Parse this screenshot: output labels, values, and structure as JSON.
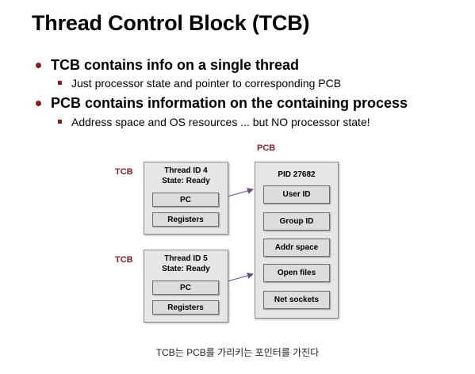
{
  "slide": {
    "title": "Thread Control Block (TCB)",
    "bullets": [
      {
        "text": "TCB contains info on a single thread",
        "sub": "Just processor state and pointer to corresponding PCB"
      },
      {
        "text": "PCB contains information on the containing process",
        "sub": "Address space and OS resources ... but NO processor state!"
      }
    ]
  },
  "diagram": {
    "pcb_label": "PCB",
    "tcb_label": "TCB",
    "threads": [
      {
        "id_text": "Thread ID 4",
        "state_text": "State: Ready",
        "fields": [
          "PC",
          "Registers"
        ]
      },
      {
        "id_text": "Thread ID 5",
        "state_text": "State: Ready",
        "fields": [
          "PC",
          "Registers"
        ]
      }
    ],
    "process": {
      "pid_text": "PID 27682",
      "fields": [
        "User ID",
        "Group ID",
        "Addr space",
        "Open files",
        "Net sockets"
      ]
    },
    "accent_color": "#8b1a1a"
  },
  "caption": "TCB는 PCB를 가리키는 포인터를 가진다"
}
